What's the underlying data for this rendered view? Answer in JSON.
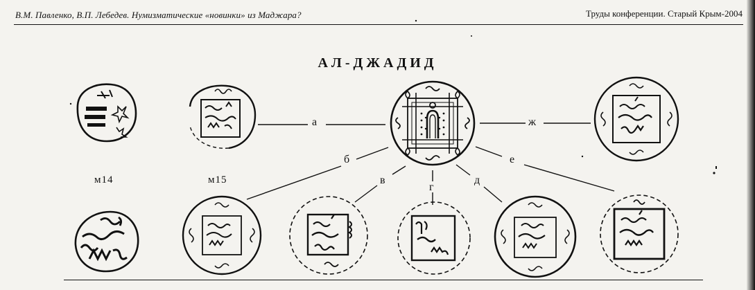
{
  "header": {
    "left_text": "В.М. Павленко, В.П. Лебедев. Нумизматические «новинки» из Маджара?",
    "right_text": "Труды конференции. Старый Крым-2004"
  },
  "figure": {
    "title": "АЛ-ДЖАДИД",
    "coin_codes": {
      "m14": "м14",
      "m15": "м15"
    },
    "link_labels": {
      "a": "а",
      "b": "б",
      "v": "в",
      "g": "г",
      "d": "д",
      "e": "е",
      "zh": "ж"
    }
  }
}
